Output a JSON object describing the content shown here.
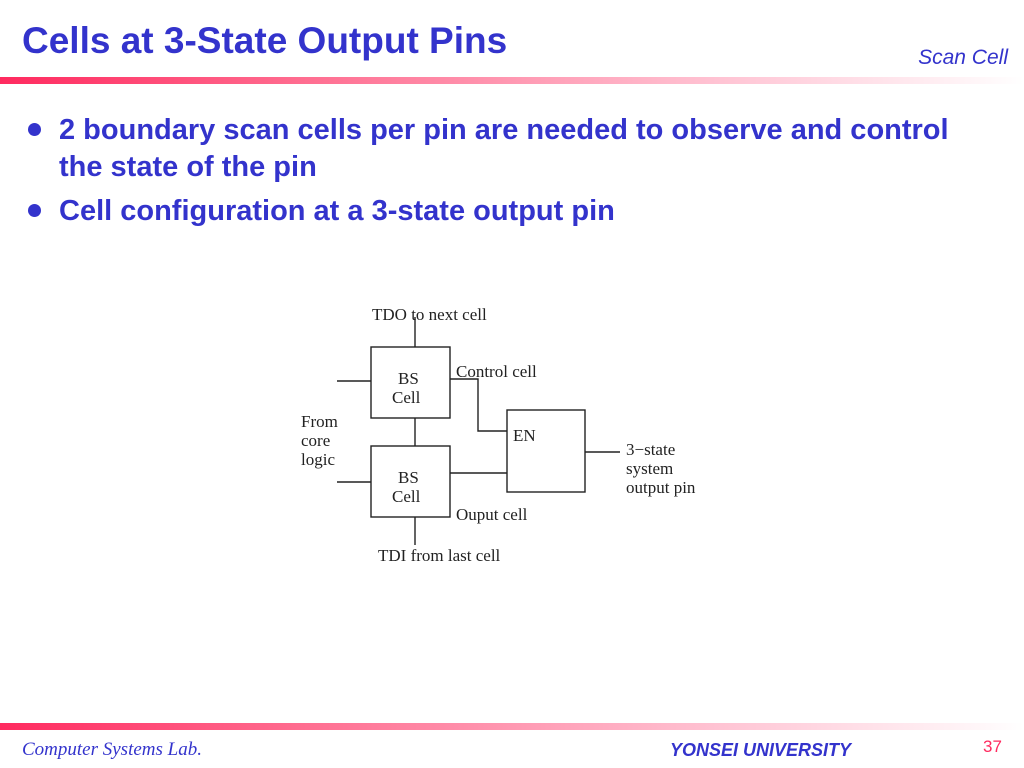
{
  "slide": {
    "title": "Cells at 3-State Output Pins",
    "section": "Scan Cell",
    "bullets": [
      "2 boundary scan cells per pin are needed to observe and control the state of the pin",
      "Cell configuration at a 3-state output pin"
    ]
  },
  "diagram": {
    "tdo": "TDO to next cell",
    "tdi": "TDI from last cell",
    "bs_top": [
      "BS",
      "Cell"
    ],
    "bs_bottom": [
      "BS",
      "Cell"
    ],
    "control_label": "Control cell",
    "output_label": "Ouput cell",
    "en_label": "EN",
    "core_label": [
      "From",
      "core",
      "logic"
    ],
    "output_pin_label": [
      "3−state",
      "system",
      "output pin"
    ]
  },
  "footer": {
    "lab": "Computer Systems Lab.",
    "university": "YONSEI UNIVERSITY",
    "page": "37"
  },
  "colors": {
    "title": "#3333cc",
    "accent_bar": "#ff2a5f",
    "page_number": "#ff2a5f"
  }
}
